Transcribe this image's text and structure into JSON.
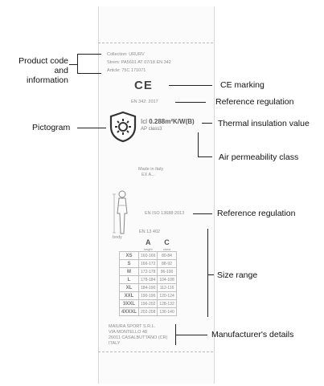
{
  "callouts": {
    "product_code_lines": [
      "Product code",
      "and",
      "information"
    ],
    "pictogram": "Pictogram",
    "ce_marking": "CE marking",
    "reference_regulation": "Reference regulation",
    "thermal_insulation": "Thermal insulation value",
    "air_permeability": "Air permeability class",
    "reference_regulation_2": "Reference regulation",
    "size_range": "Size range",
    "manufacturer": "Manufacturer's details"
  },
  "label": {
    "product_lines": [
      "Collection: URURV",
      "Strem: PA5601 AT 07/18 EN 342",
      "Article: 75C 171071"
    ],
    "ce_mark": "CE",
    "standard": "EN 342: 2017",
    "thermal_value": "0.288m²K/W(B)",
    "thermal_prefix": "Icl",
    "air_class": "AP class3",
    "made_in": [
      "Made in Italy",
      "EX A..."
    ],
    "standard2": "EN ISO 13688:2013",
    "size_header": "EN 13 402",
    "size_cols": [
      "A",
      "C"
    ],
    "size_col_sub": [
      "height",
      "chest"
    ],
    "body_label": "body",
    "sizes": [
      [
        "XS",
        "160-166",
        "80-84"
      ],
      [
        "S",
        "166-172",
        "88-92"
      ],
      [
        "M",
        "172-178",
        "96-100"
      ],
      [
        "L",
        "178-184",
        "104-108"
      ],
      [
        "XL",
        "184-190",
        "112-116"
      ],
      [
        "XXL",
        "190-196",
        "120-124"
      ],
      [
        "3XXL",
        "196-202",
        "128-132"
      ],
      [
        "4XXXL",
        "202-208",
        "136-140"
      ]
    ],
    "manufacturer_lines": [
      "MAIURA SPORT S.R.L.",
      "VIA MONTELLO 48",
      "26011 CASALBUTTANO (CR)",
      "ITALY"
    ]
  }
}
